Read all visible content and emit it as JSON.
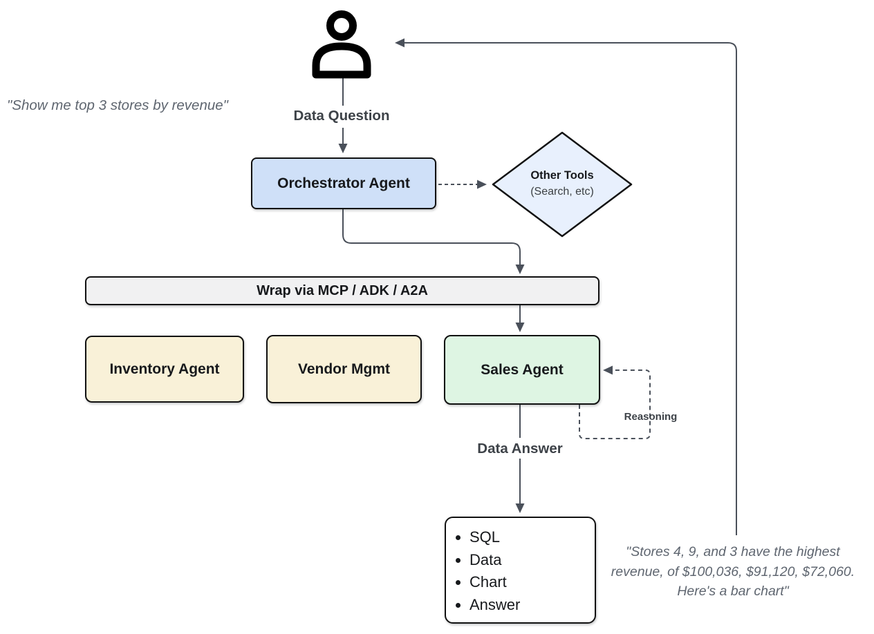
{
  "colors": {
    "connector": "#4a505a",
    "border": "#111111",
    "orchestrator_fill": "#cfe0f8",
    "diamond_fill": "#e8f0fd",
    "bar_fill": "#f1f1f2",
    "worker_fill": "#f9f1d8",
    "sales_fill": "#def5e3",
    "output_fill": "#ffffff",
    "label_text": "#3d4248",
    "quote_text": "#5f6670",
    "node_text": "#17191c"
  },
  "icons": {
    "person": "person-icon"
  },
  "quotes": {
    "user": "\"Show me top 3 stores by revenue\"",
    "result_lines": [
      "\"Stores 4, 9, and 3 have the highest",
      "revenue, of $100,036, $91,120, $72,060.",
      "Here's a bar chart\""
    ]
  },
  "labels": {
    "data_question": "Data Question",
    "data_answer": "Data Answer",
    "reasoning": "Reasoning"
  },
  "nodes": {
    "orchestrator": {
      "label": "Orchestrator Agent"
    },
    "other_tools": {
      "title": "Other Tools",
      "subtitle": "(Search, etc)"
    },
    "wrap_bar": {
      "label": "Wrap via MCP / ADK / A2A"
    },
    "inventory": {
      "label": "Inventory Agent"
    },
    "vendor": {
      "label": "Vendor Mgmt"
    },
    "sales": {
      "label": "Sales Agent"
    },
    "output": {
      "items": [
        "SQL",
        "Data",
        "Chart",
        "Answer"
      ]
    }
  }
}
